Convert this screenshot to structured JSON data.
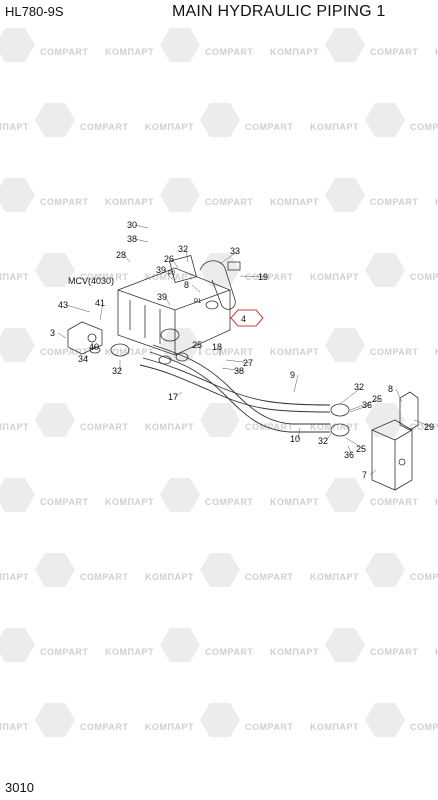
{
  "header": {
    "model": "HL780-9S",
    "title": "MAIN HYDRAULIC PIPING 1"
  },
  "footer": {
    "page_number": "3010"
  },
  "watermark": {
    "brand_a": "KOMПAPT",
    "brand_b": "COMPART"
  },
  "diagram": {
    "component_label": "MCV(4030)",
    "port_labels": [
      "P2",
      "P1"
    ],
    "highlighted_callout": "4",
    "callouts": [
      "30",
      "38",
      "32",
      "33",
      "26",
      "28",
      "39",
      "19",
      "8",
      "39",
      "MCV",
      "43",
      "41",
      "3",
      "40",
      "34",
      "32",
      "25",
      "18",
      "27",
      "38",
      "9",
      "17",
      "32",
      "25",
      "36",
      "8",
      "29",
      "10",
      "32",
      "25",
      "36",
      "7"
    ]
  }
}
